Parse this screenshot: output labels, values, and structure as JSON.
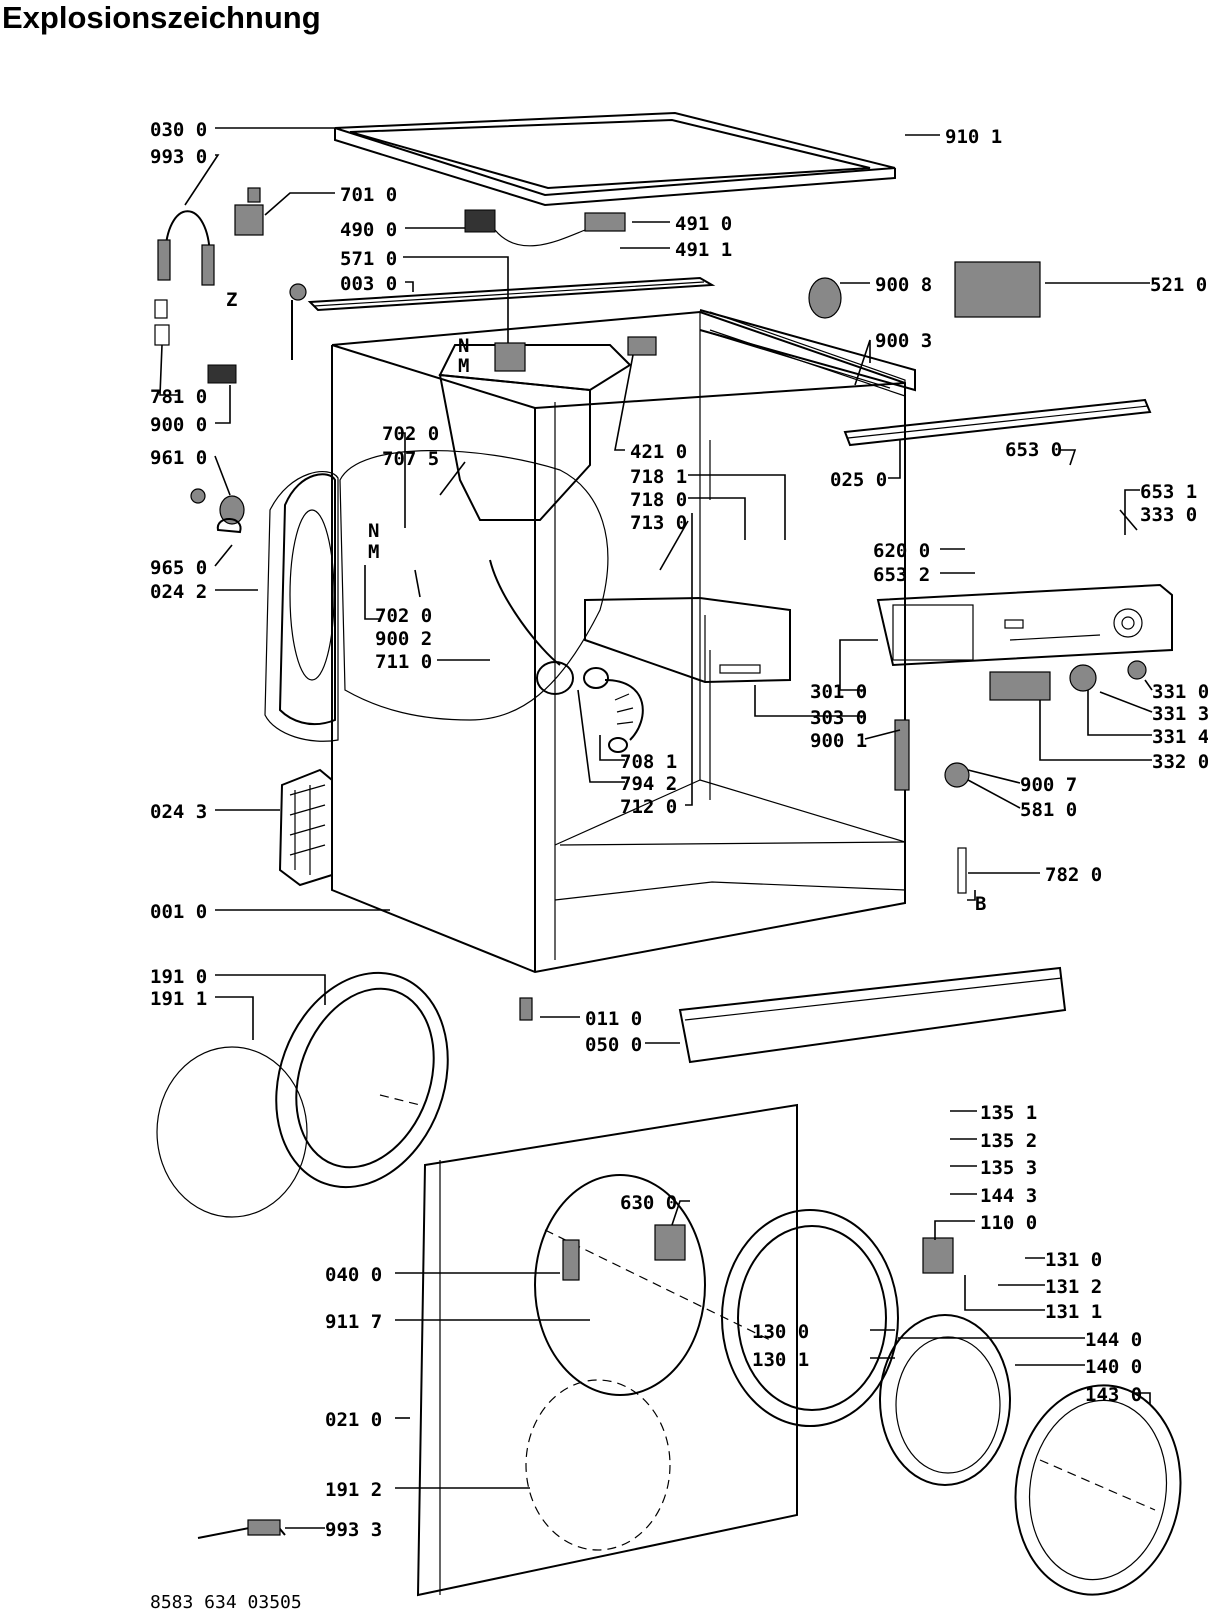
{
  "title": "Explosionszeichnung",
  "footer_code": "8583 634 03505",
  "labels": [
    "030 0",
    "993 0",
    "701 0",
    "490 0",
    "571 0",
    "003 0",
    "781 0",
    "900 0",
    "961 0",
    "965 0",
    "024 2",
    "024 3",
    "001 0",
    "191 0",
    "191 1",
    "702 0",
    "707 5",
    "702 0",
    "900 2",
    "711 0",
    "708 1",
    "794 2",
    "712 0",
    "421 0",
    "718 1",
    "718 0",
    "713 0",
    "910 1",
    "491 0",
    "491 1",
    "900 8",
    "521 0",
    "900 3",
    "653 0",
    "025 0",
    "653 1",
    "333 0",
    "620 0",
    "653 2",
    "301 0",
    "303 0",
    "900 1",
    "331 0",
    "331 3",
    "331 4",
    "332 0",
    "900 7",
    "581 0",
    "782 0",
    "011 0",
    "050 0",
    "135 1",
    "135 2",
    "135 3",
    "144 3",
    "110 0",
    "131 0",
    "131 2",
    "131 1",
    "630 0",
    "040 0",
    "911 7",
    "130 0",
    "130 1",
    "144 0",
    "140 0",
    "143 0",
    "021 0",
    "191 2",
    "993 3"
  ],
  "letters": [
    "Z",
    "N",
    "M",
    "N",
    "M",
    "B"
  ]
}
